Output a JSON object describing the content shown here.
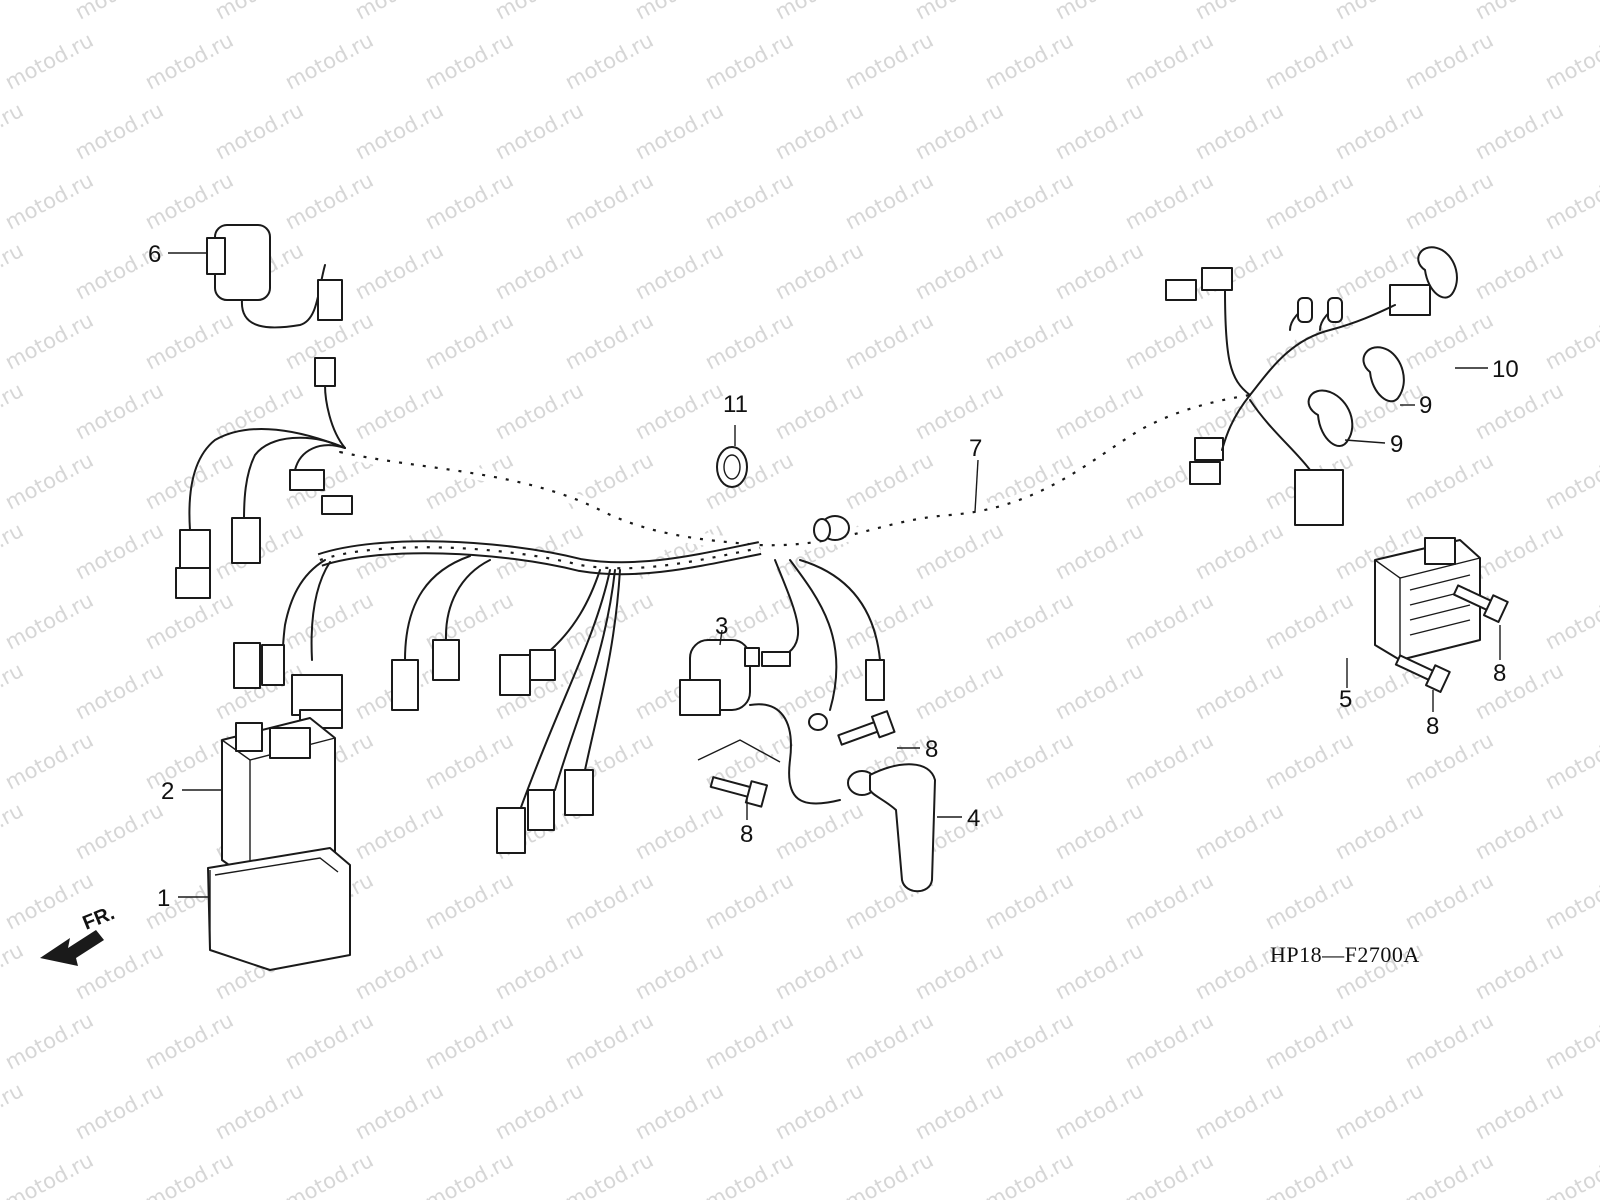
{
  "watermark": {
    "text": "motod.ru",
    "color": "#d6d6d6"
  },
  "diagram_code": "HP18—F2700A",
  "direction_marker": {
    "label": "FR.",
    "icon": "arrow-left-icon"
  },
  "callouts": [
    {
      "id": "c1",
      "number": "1"
    },
    {
      "id": "c2",
      "number": "2"
    },
    {
      "id": "c3",
      "number": "3"
    },
    {
      "id": "c4",
      "number": "4"
    },
    {
      "id": "c5",
      "number": "5"
    },
    {
      "id": "c6",
      "number": "6"
    },
    {
      "id": "c7",
      "number": "7"
    },
    {
      "id": "c8a",
      "number": "8"
    },
    {
      "id": "c8b",
      "number": "8"
    },
    {
      "id": "c8c",
      "number": "8"
    },
    {
      "id": "c8d",
      "number": "8"
    },
    {
      "id": "c9a",
      "number": "9"
    },
    {
      "id": "c9b",
      "number": "9"
    },
    {
      "id": "c10",
      "number": "10"
    },
    {
      "id": "c11",
      "number": "11"
    }
  ]
}
